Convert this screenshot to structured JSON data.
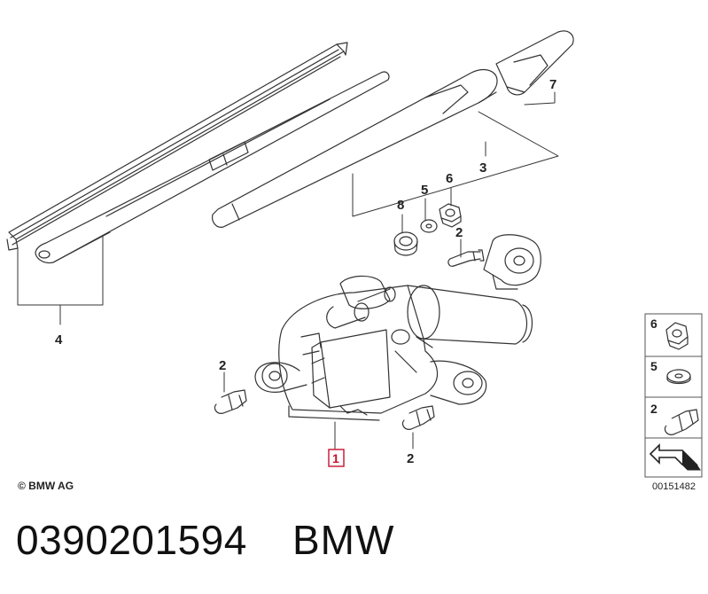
{
  "callouts": {
    "c1": "1",
    "c2": "2",
    "c3": "3",
    "c4": "4",
    "c5": "5",
    "c6": "6",
    "c7": "7",
    "c8": "8"
  },
  "legend": [
    {
      "number": "6",
      "part": "nut-icon"
    },
    {
      "number": "5",
      "part": "washer-icon"
    },
    {
      "number": "2",
      "part": "bolt-icon"
    }
  ],
  "copyright": "© BMW AG",
  "diagram_code": "00151482",
  "part_number": "0390201594",
  "brand": "BMW",
  "colors": {
    "highlight_box": "#c8102e",
    "line": "#333333"
  }
}
